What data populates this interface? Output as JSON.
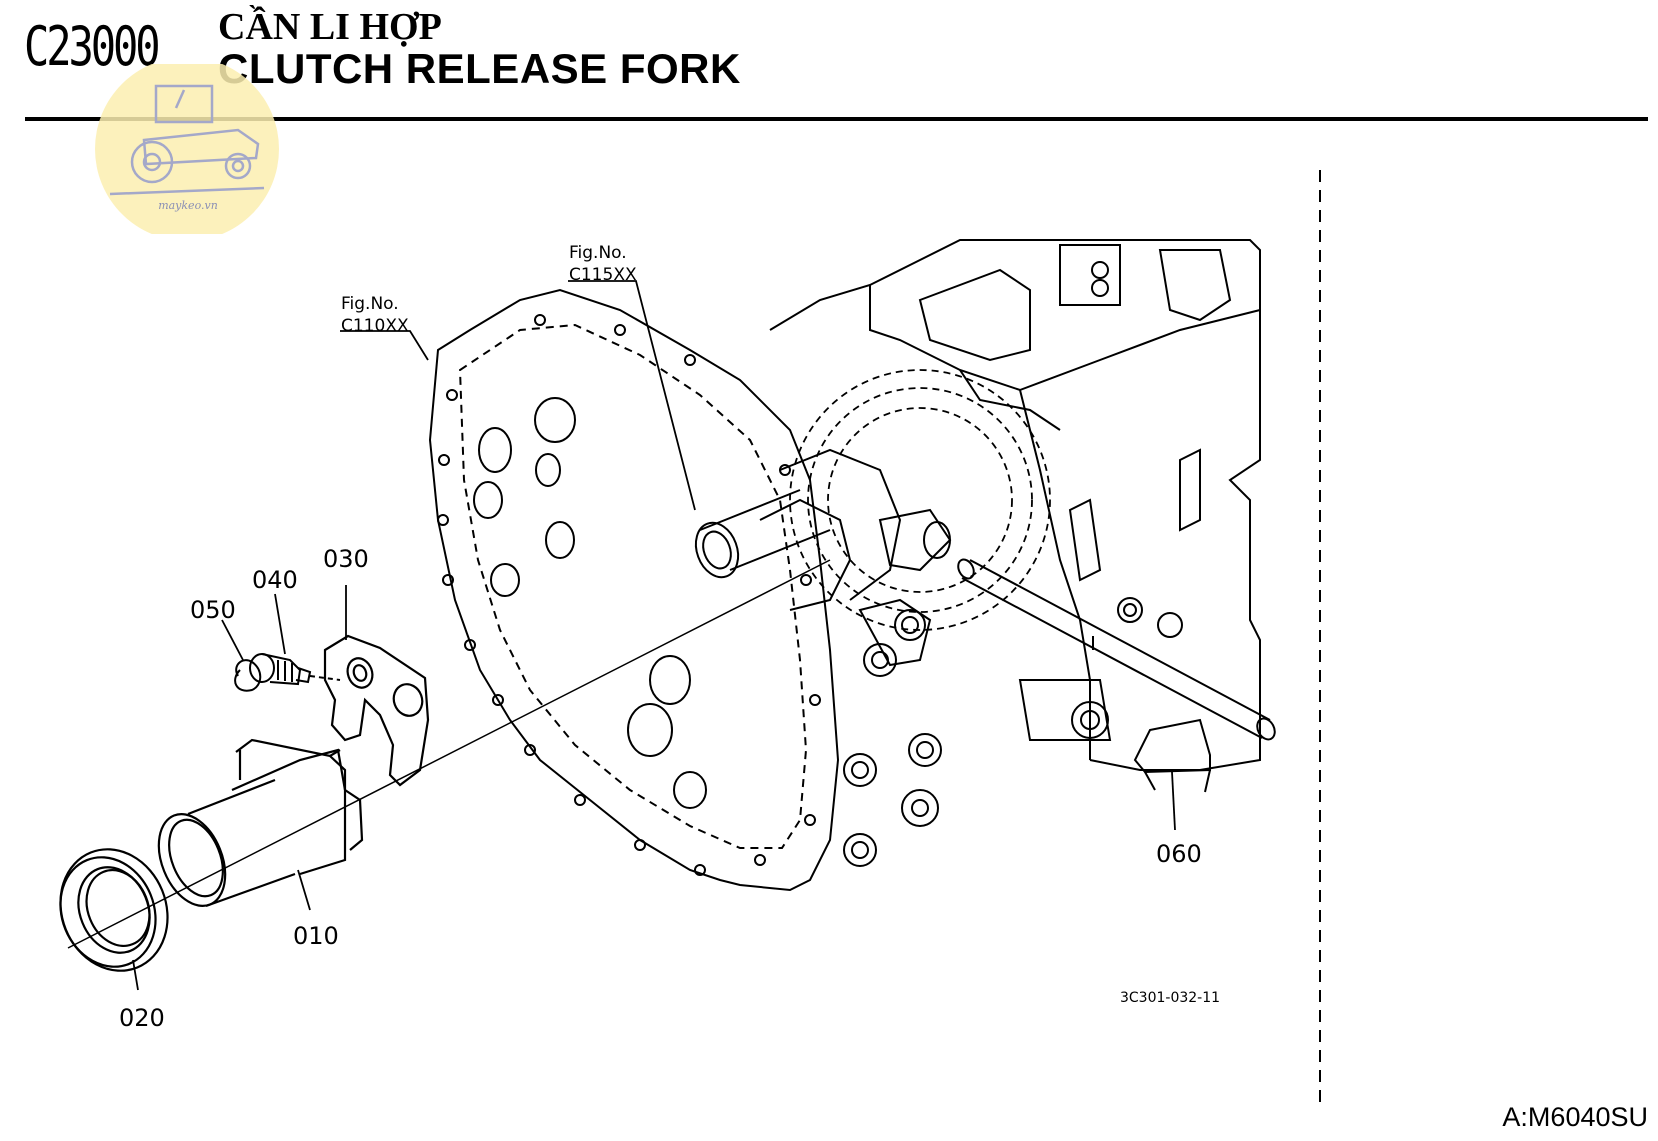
{
  "header": {
    "code": "C23000",
    "title_vi": "CẦN LI HỢP",
    "title_en": "CLUTCH RELEASE FORK"
  },
  "watermark": {
    "text": "maykeo.vn",
    "icon": "tractor-logo-icon"
  },
  "references": [
    {
      "prefix": "Fig.No.",
      "code": "C110XX"
    },
    {
      "prefix": "Fig.No.",
      "code": "C115XX"
    }
  ],
  "parts": [
    "010",
    "020",
    "030",
    "040",
    "050",
    "060"
  ],
  "drawing_id": "3C301-032-11",
  "footer": {
    "model": "A:M6040SU"
  }
}
